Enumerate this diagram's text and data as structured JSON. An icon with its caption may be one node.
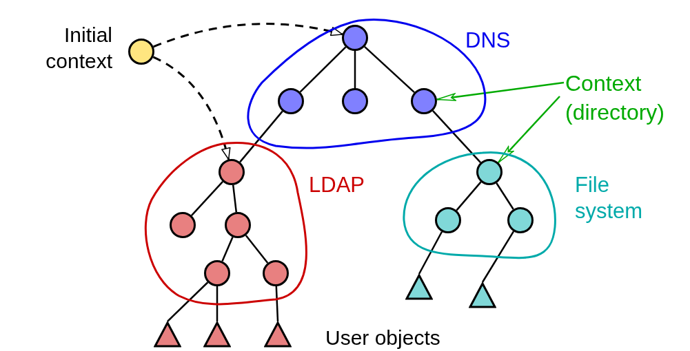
{
  "diagram": {
    "nodes": [
      {
        "text": [],
        "shape": "circle",
        "beside": [
          "Initial context"
        ]
      },
      {
        "text": [
          "DNS"
        ]
      },
      {
        "text": [],
        "shape": "circle",
        "in": 1
      },
      {
        "text": [],
        "shape": "circle",
        "in": 1
      },
      {
        "text": [],
        "shape": "circle",
        "in": 1
      },
      {
        "text": [],
        "shape": "circle",
        "in": 1
      },
      {
        "text": [
          "LDAP"
        ]
      },
      {
        "text": [],
        "shape": "circle",
        "in": 6
      },
      {
        "text": [],
        "shape": "circle",
        "in": 6
      },
      {
        "text": [],
        "shape": "circle",
        "in": 6
      },
      {
        "text": [],
        "shape": "circle",
        "in": 6
      },
      {
        "text": [],
        "shape": "circle",
        "in": 6
      },
      {
        "text": [
          "File system"
        ]
      },
      {
        "text": [],
        "shape": "circle",
        "in": 12
      },
      {
        "text": [],
        "shape": "circle",
        "in": 12
      },
      {
        "text": [],
        "shape": "circle",
        "in": 12
      },
      {
        "text": [],
        "shape": "triangle"
      },
      {
        "text": [],
        "shape": "triangle"
      },
      {
        "text": [],
        "shape": "triangle"
      },
      {
        "text": [],
        "shape": "triangle"
      },
      {
        "text": [],
        "shape": "triangle"
      },
      {
        "text": [
          "Context (directory)"
        ]
      }
    ],
    "edges": [
      {
        "from": 0,
        "to": 2,
        "arrow": "to",
        "style": "dashed"
      },
      {
        "from": 0,
        "to": 7,
        "arrow": "to",
        "style": "dashed"
      },
      {
        "from": 2,
        "to": 3,
        "arrow": "none"
      },
      {
        "from": 2,
        "to": 4,
        "arrow": "none"
      },
      {
        "from": 2,
        "to": 5,
        "arrow": "none"
      },
      {
        "from": 3,
        "to": 7,
        "arrow": "none"
      },
      {
        "from": 5,
        "to": 13,
        "arrow": "none"
      },
      {
        "from": 7,
        "to": 8,
        "arrow": "none"
      },
      {
        "from": 7,
        "to": 9,
        "arrow": "none"
      },
      {
        "from": 9,
        "to": 10,
        "arrow": "none"
      },
      {
        "from": 9,
        "to": 11,
        "arrow": "none"
      },
      {
        "from": 10,
        "to": 16,
        "arrow": "none"
      },
      {
        "from": 10,
        "to": 17,
        "arrow": "none"
      },
      {
        "from": 11,
        "to": 18,
        "arrow": "none"
      },
      {
        "from": 13,
        "to": 14,
        "arrow": "none"
      },
      {
        "from": 13,
        "to": 15,
        "arrow": "none"
      },
      {
        "from": 14,
        "to": 19,
        "arrow": "none"
      },
      {
        "from": 15,
        "to": 20,
        "arrow": "none"
      },
      {
        "from": 21,
        "to": 5,
        "arrow": "to",
        "color": "#00aa00"
      },
      {
        "from": 21,
        "to": 13,
        "arrow": "to",
        "color": "#00aa00"
      }
    ],
    "labels": [
      "User objects"
    ]
  }
}
